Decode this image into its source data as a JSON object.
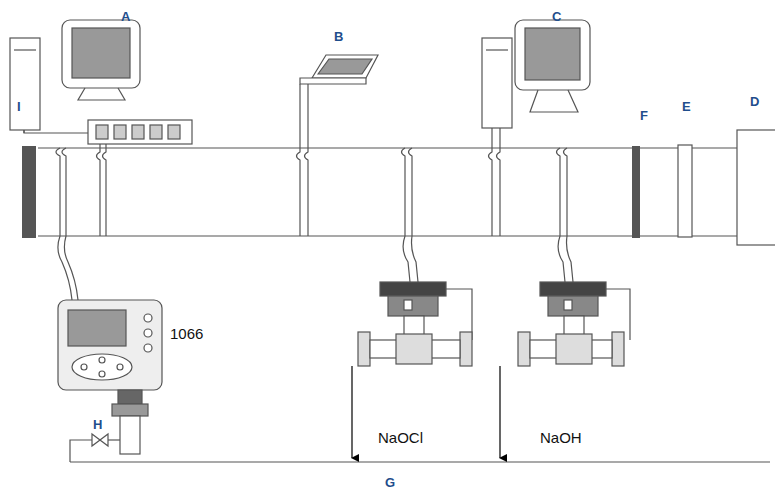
{
  "diagram": {
    "labels": [
      "A",
      "B",
      "C",
      "I",
      "F",
      "E",
      "D",
      "1066",
      "H",
      "NaOCl",
      "NaOH",
      "G"
    ]
  }
}
